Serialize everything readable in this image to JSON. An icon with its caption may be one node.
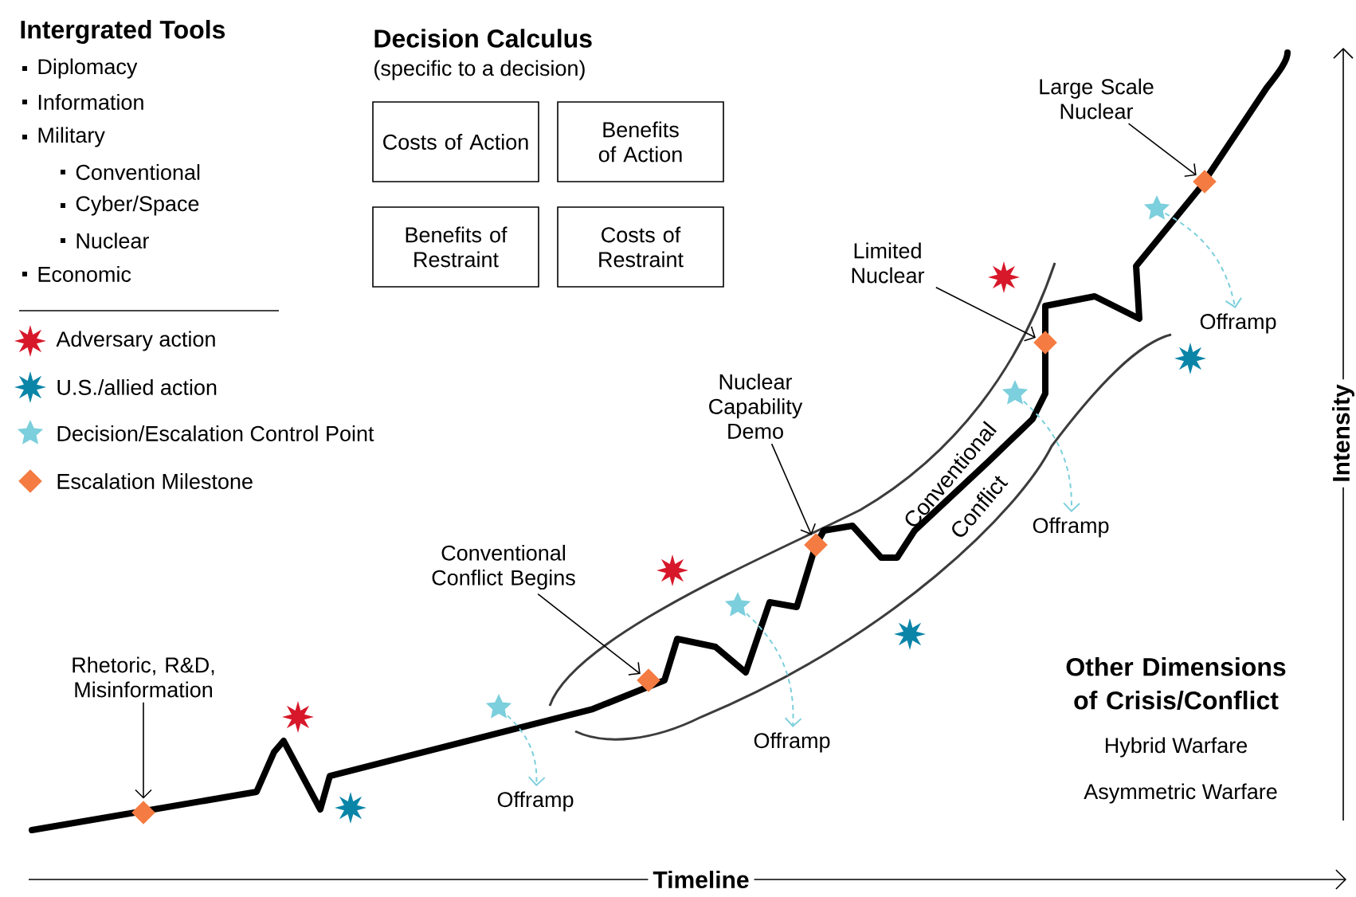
{
  "diagram": {
    "nodes": [
      {
        "text": [
          "Costs of Action"
        ]
      },
      {
        "text": [
          "Benefits of Action"
        ]
      },
      {
        "text": [
          "Benefits of Restraint"
        ]
      },
      {
        "text": [
          "Costs of Restraint"
        ]
      },
      {
        "text": [
          "Rhetoric, R&D, Misinformation"
        ]
      },
      {
        "text": [],
        "shape": "diamond"
      },
      {
        "text": [
          "Conventional Conflict Begins"
        ]
      },
      {
        "text": [],
        "shape": "diamond"
      },
      {
        "text": [
          "Nuclear Capability Demo"
        ]
      },
      {
        "text": [],
        "shape": "diamond"
      },
      {
        "text": [
          "Limited Nuclear"
        ]
      },
      {
        "text": [],
        "shape": "diamond"
      },
      {
        "text": [
          "Large Scale Nuclear"
        ]
      },
      {
        "text": [],
        "shape": "diamond"
      },
      {
        "text": [],
        "shape": "star"
      },
      {
        "text": [
          "Offramp"
        ]
      },
      {
        "text": [],
        "shape": "star"
      },
      {
        "text": [
          "Offramp"
        ]
      },
      {
        "text": [],
        "shape": "star"
      },
      {
        "text": [
          "Offramp"
        ]
      },
      {
        "text": [],
        "shape": "star"
      },
      {
        "text": [
          "Offramp"
        ]
      }
    ],
    "edges": [
      {
        "from": 4,
        "to": 5,
        "arrow": "to"
      },
      {
        "from": 6,
        "to": 7,
        "arrow": "to"
      },
      {
        "from": 8,
        "to": 9,
        "arrow": "to"
      },
      {
        "from": 10,
        "to": 11,
        "arrow": "to"
      },
      {
        "from": 12,
        "to": 13,
        "arrow": "to"
      },
      {
        "from": 14,
        "to": 15,
        "arrow": "to",
        "style": "dashed",
        "color": "#7ccfdc"
      },
      {
        "from": 16,
        "to": 17,
        "arrow": "to",
        "style": "dashed",
        "color": "#7ccfdc"
      },
      {
        "from": 18,
        "to": 19,
        "arrow": "to",
        "style": "dashed",
        "color": "#7ccfdc"
      },
      {
        "from": 20,
        "to": 21,
        "arrow": "to",
        "style": "dashed",
        "color": "#7ccfdc"
      }
    ],
    "labels": [
      "Intergrated Tools",
      "Diplomacy",
      "Information",
      "Military",
      "Conventional",
      "Cyber/Space",
      "Nuclear",
      "Economic",
      "Decision Calculus",
      "(specific to a decision)",
      "Conventional",
      "Conflict",
      "Intensity",
      "Other Dimensions of Crisis/Conflict",
      "Hybrid Warfare",
      "Asymmetric Warfare",
      "Timeline"
    ],
    "legend": [
      {
        "text": "Adversary action",
        "color": "#d7182a"
      },
      {
        "text": "U.S./allied action",
        "color": "#0a85a8"
      },
      {
        "text": "Decision/Escalation Control Point",
        "color": "#7ccfdc"
      },
      {
        "text": "Escalation Milestone",
        "color": "#f47b42"
      }
    ]
  }
}
